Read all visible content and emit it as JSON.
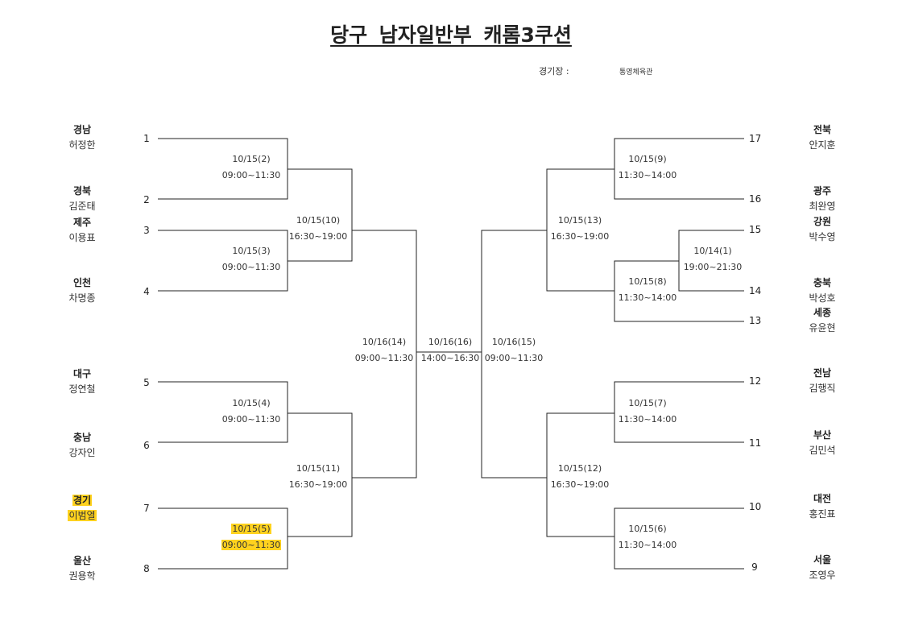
{
  "title": "당구 남자일반부 캐롬3쿠션",
  "venue": {
    "label": "경기장 :",
    "name": "통영체육관"
  },
  "highlight_color": "#ffd21f",
  "left_teams": [
    {
      "region": "경남",
      "player": "허정한",
      "seed": "1"
    },
    {
      "region": "경북",
      "player": "김준태",
      "seed": "2"
    },
    {
      "region": "제주",
      "player": "이용표",
      "seed": "3"
    },
    {
      "region": "인천",
      "player": "차명종",
      "seed": "4"
    },
    {
      "region": "대구",
      "player": "정연철",
      "seed": "5"
    },
    {
      "region": "충남",
      "player": "강자인",
      "seed": "6"
    },
    {
      "region": "경기",
      "player": "이범열",
      "seed": "7",
      "highlight": true
    },
    {
      "region": "울산",
      "player": "권용학",
      "seed": "8"
    }
  ],
  "right_teams": [
    {
      "region": "전북",
      "player": "안지훈",
      "seed": "17"
    },
    {
      "region": "광주",
      "player": "최완영",
      "seed": "16"
    },
    {
      "region": "강원",
      "player": "박수영",
      "seed": "15"
    },
    {
      "region": "충북",
      "player": "박성호",
      "seed": "14"
    },
    {
      "region": "세종",
      "player": "유윤현",
      "seed": "13"
    },
    {
      "region": "전남",
      "player": "김행직",
      "seed": "12"
    },
    {
      "region": "부산",
      "player": "김민석",
      "seed": "11"
    },
    {
      "region": "대전",
      "player": "홍진표",
      "seed": "10"
    },
    {
      "region": "서울",
      "player": "조영우",
      "seed": "9"
    }
  ],
  "matches": {
    "m2": {
      "date": "10/15(2)",
      "time": "09:00~11:30"
    },
    "m3": {
      "date": "10/15(3)",
      "time": "09:00~11:30"
    },
    "m4": {
      "date": "10/15(4)",
      "time": "09:00~11:30"
    },
    "m5": {
      "date": "10/15(5)",
      "time": "09:00~11:30",
      "highlight": true
    },
    "m10": {
      "date": "10/15(10)",
      "time": "16:30~19:00"
    },
    "m11": {
      "date": "10/15(11)",
      "time": "16:30~19:00"
    },
    "m14": {
      "date": "10/16(14)",
      "time": "09:00~11:30"
    },
    "m16": {
      "date": "10/16(16)",
      "time": "14:00~16:30"
    },
    "m15": {
      "date": "10/16(15)",
      "time": "09:00~11:30"
    },
    "m9": {
      "date": "10/15(9)",
      "time": "11:30~14:00"
    },
    "m1": {
      "date": "10/14(1)",
      "time": "19:00~21:30"
    },
    "m8": {
      "date": "10/15(8)",
      "time": "11:30~14:00"
    },
    "m13": {
      "date": "10/15(13)",
      "time": "16:30~19:00"
    },
    "m7": {
      "date": "10/15(7)",
      "time": "11:30~14:00"
    },
    "m6": {
      "date": "10/15(6)",
      "time": "11:30~14:00"
    },
    "m12": {
      "date": "10/15(12)",
      "time": "16:30~19:00"
    }
  }
}
